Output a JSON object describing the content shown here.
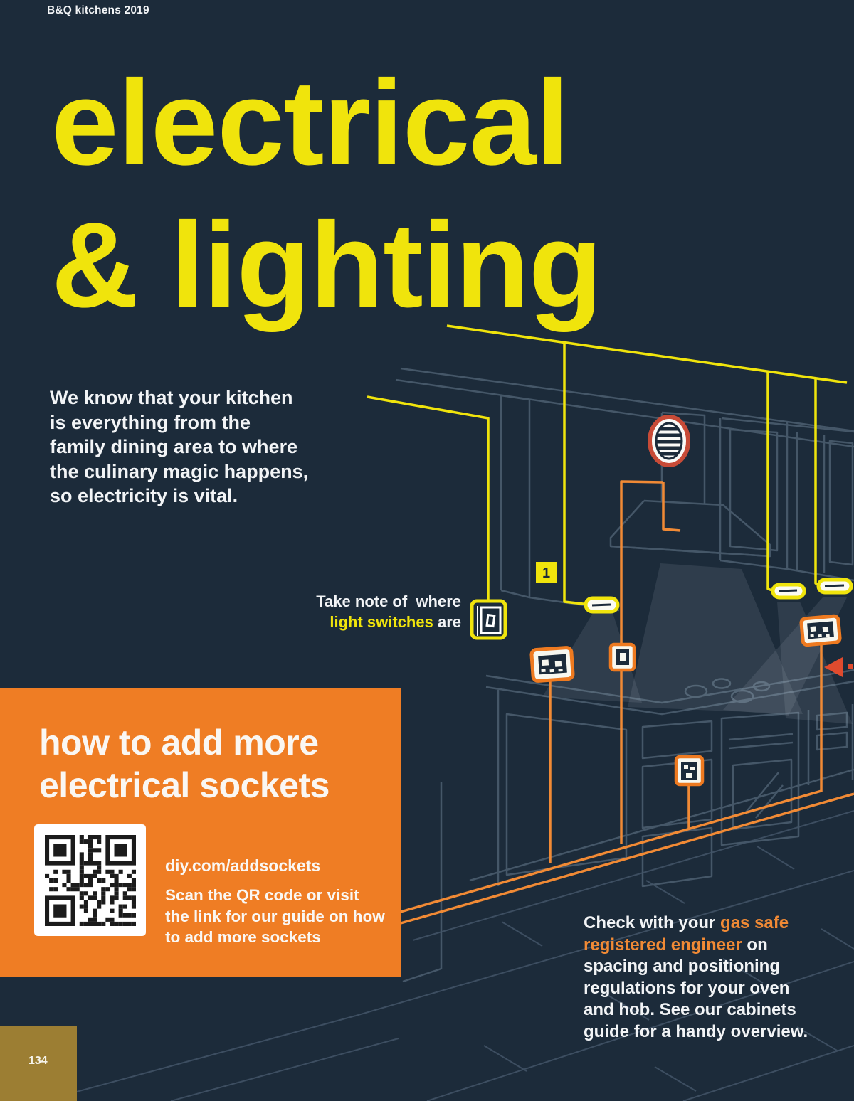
{
  "page": {
    "header": "B&Q kitchens 2019",
    "page_number": "134"
  },
  "title": {
    "line1": "electrical",
    "line2": "& lighting"
  },
  "intro": "We know that your kitchen\nis everything from the\nfamily dining area to where\nthe culinary magic happens,\nso electricity is vital.",
  "note": {
    "pre": "Take note of  where\n",
    "highlight": "light switches",
    "post": " are"
  },
  "callout": {
    "label": "1"
  },
  "panel": {
    "title": "how to add more\nelectrical sockets",
    "link": "diy.com/addsockets",
    "description": "Scan the QR code or visit\nthe link for our guide on how\nto add more sockets"
  },
  "footer_note": {
    "pre": "Check with your ",
    "highlight": "gas safe\nregistered engineer",
    "post": " on\nspacing and positioning\nregulations for your oven\nand hob. See our cabinets\nguide for a handy overview."
  },
  "illustration": {
    "icons": [
      "extractor-fan-icon",
      "light-switch-icon",
      "under-cabinet-light-icon",
      "double-socket-icon",
      "single-switch-icon",
      "cabinet-socket-icon",
      "direction-arrow-icon"
    ]
  },
  "colors": {
    "navy_background": "#1C2B3A",
    "brand_yellow": "#F0E40C",
    "panel_orange": "#EF7D24",
    "wire_orange": "#F18A35",
    "gold": "#9C7E33",
    "arrow_red": "#E04B2E",
    "line_gray": "#4A5C6E"
  }
}
